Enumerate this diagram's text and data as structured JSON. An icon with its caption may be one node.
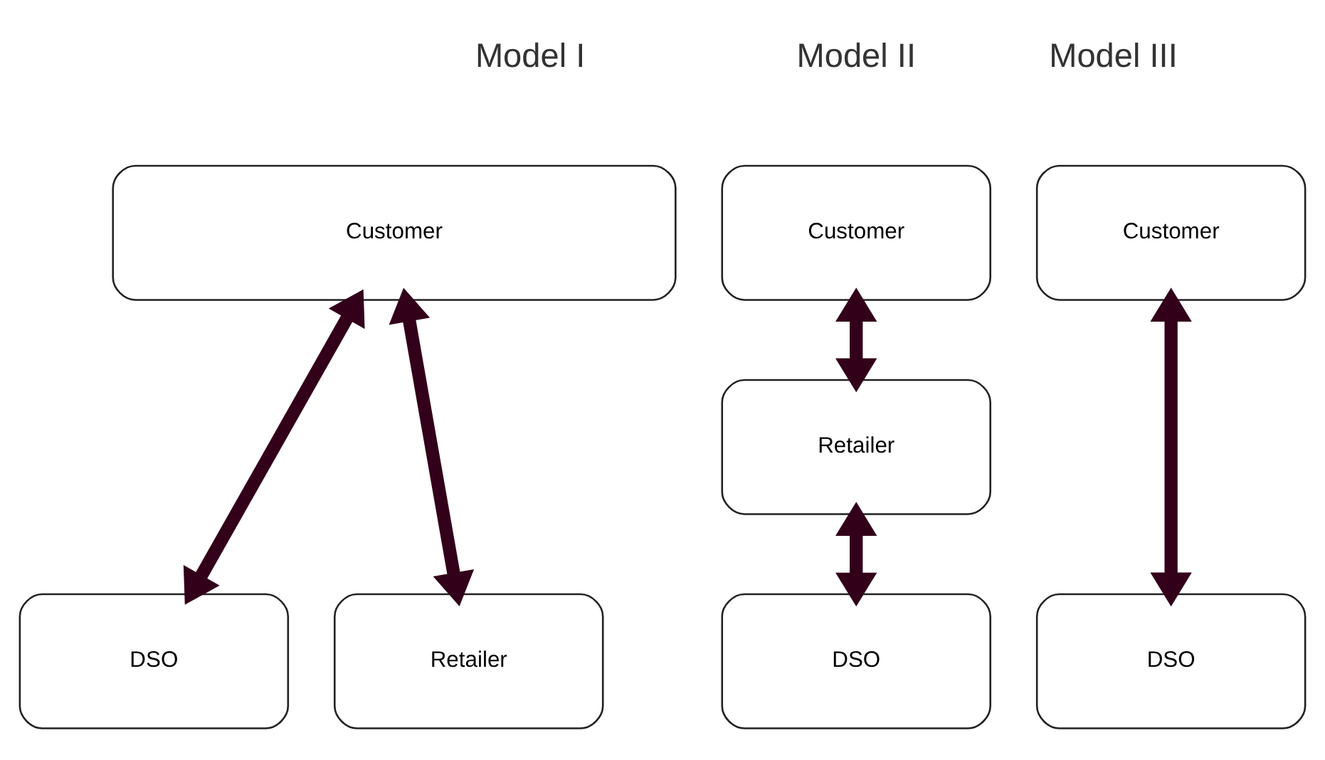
{
  "diagram": {
    "nodes": [
      {
        "text": [
          "Customer"
        ]
      },
      {
        "text": [
          "DSO"
        ]
      },
      {
        "text": [
          "Retailer"
        ]
      },
      {
        "text": [
          "Customer"
        ]
      },
      {
        "text": [
          "Retailer"
        ]
      },
      {
        "text": [
          "DSO"
        ]
      },
      {
        "text": [
          "Customer"
        ]
      },
      {
        "text": [
          "DSO"
        ]
      }
    ],
    "edges": [
      {
        "from": 0,
        "to": 1,
        "arrow": "both"
      },
      {
        "from": 0,
        "to": 2,
        "arrow": "both"
      },
      {
        "from": 3,
        "to": 4,
        "arrow": "both"
      },
      {
        "from": 4,
        "to": 5,
        "arrow": "both"
      },
      {
        "from": 6,
        "to": 7,
        "arrow": "both"
      }
    ],
    "labels": [
      "Model I",
      "Model II",
      "Model III"
    ]
  }
}
